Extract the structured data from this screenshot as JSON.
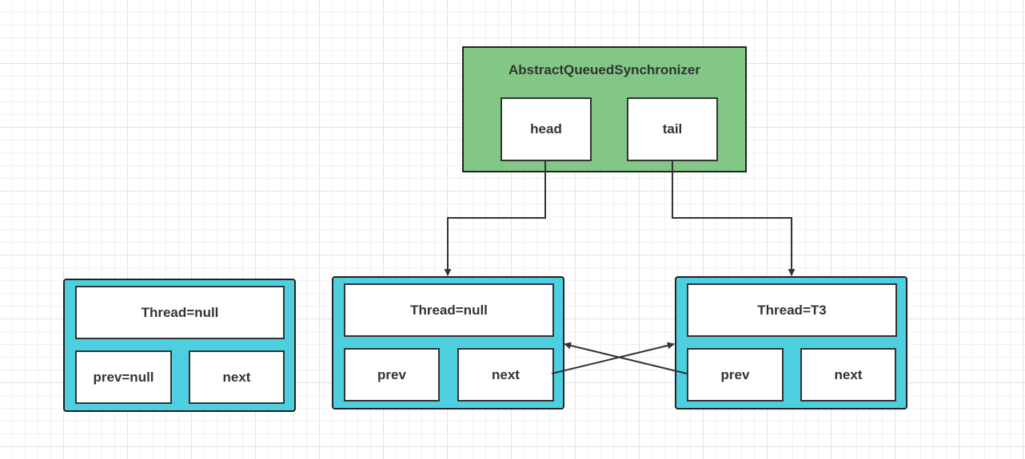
{
  "aqs": {
    "title": "AbstractQueuedSynchronizer",
    "head_label": "head",
    "tail_label": "tail"
  },
  "nodes": [
    {
      "thread": "Thread=null",
      "prev": "prev=null",
      "next": "next"
    },
    {
      "thread": "Thread=null",
      "prev": "prev",
      "next": "next"
    },
    {
      "thread": "Thread=T3",
      "prev": "prev",
      "next": "next"
    }
  ],
  "colors": {
    "aqs_fill": "#82c785",
    "node_fill": "#4ecfe0",
    "line": "#333333"
  }
}
